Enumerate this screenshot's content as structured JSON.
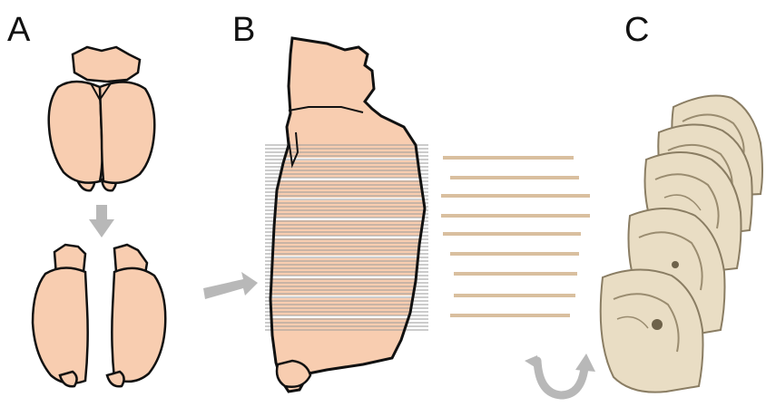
{
  "panels": {
    "a": {
      "label": "A"
    },
    "b": {
      "label": "B"
    },
    "c": {
      "label": "C"
    }
  },
  "colors": {
    "tissue_fill": "#f8cdb0",
    "outline": "#111111",
    "arrow": "#b8b8b8",
    "slice_line": "#d9bf9f",
    "section_line": "#9a9a9a",
    "section_bg": "#e9ddc4",
    "section_edge": "#8a7d63"
  },
  "icons": {
    "down_arrow": "down-arrow-icon",
    "right_arrow": "right-arrow-icon",
    "rotate_arrow": "rotate-arrow-icon"
  }
}
